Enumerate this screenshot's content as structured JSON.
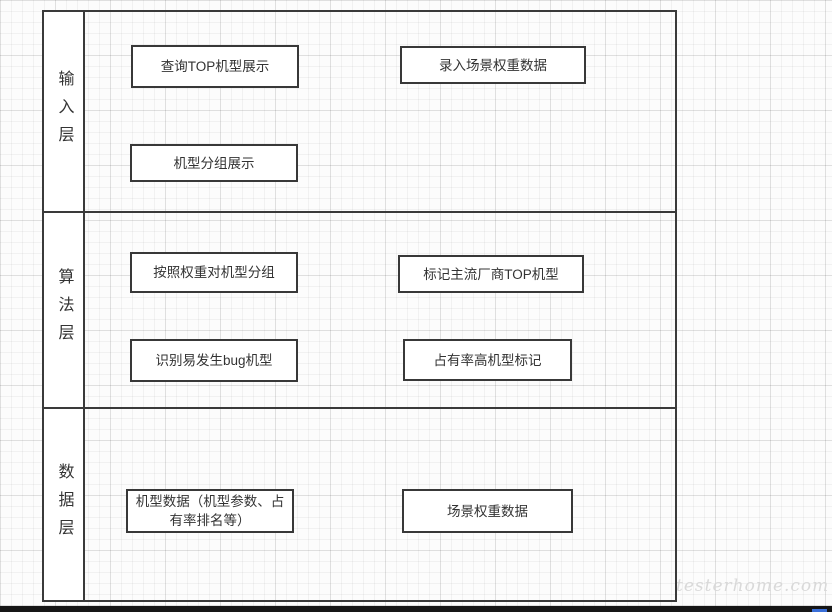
{
  "pool": {
    "lanes": [
      {
        "label": "输入层",
        "boxes": [
          {
            "label": "查询TOP机型展示"
          },
          {
            "label": "录入场景权重数据"
          },
          {
            "label": "机型分组展示"
          }
        ]
      },
      {
        "label": "算法层",
        "boxes": [
          {
            "label": "按照权重对机型分组"
          },
          {
            "label": "标记主流厂商TOP机型"
          },
          {
            "label": "识别易发生bug机型"
          },
          {
            "label": "占有率高机型标记"
          }
        ]
      },
      {
        "label": "数据层",
        "boxes": [
          {
            "label": "机型数据（机型参数、占有率排名等）"
          },
          {
            "label": "场景权重数据"
          }
        ]
      }
    ]
  },
  "watermark": "testerhome.com",
  "colors": {
    "line": "#3a3a3a",
    "grid_minor": "#ededed",
    "grid_major": "#e3e3e3",
    "bottom_bar": "#161616",
    "scroll_accent": "#3a6fd8"
  }
}
